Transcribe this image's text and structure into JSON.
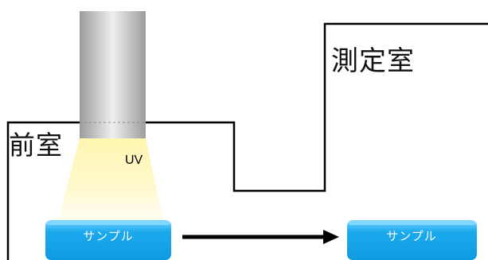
{
  "labels": {
    "measurement_room": "測定室",
    "pre_room": "前室",
    "uv": "UV",
    "sample_left": "サンプル",
    "sample_right": "サンプル"
  },
  "colors": {
    "wall": "#000000",
    "lamp_light": "#cbcbcb",
    "lamp_dark": "#9a9a9a",
    "uv_glow": "#fff3a8",
    "sample_top": "#7fd6ff",
    "sample_body": "#1aa9ec",
    "arrow": "#000000"
  },
  "icons": {
    "light_source": "uv-lamp-icon",
    "transfer": "right-arrow-icon"
  }
}
